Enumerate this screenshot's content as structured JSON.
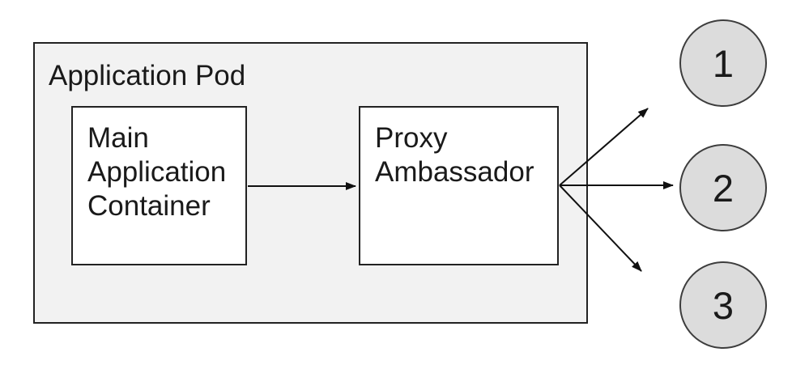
{
  "diagram": {
    "pod": {
      "label": "Application Pod",
      "main_container": {
        "label": "Main Application Container"
      },
      "proxy_ambassador": {
        "label": "Proxy Ambassador"
      }
    },
    "nodes": [
      {
        "label": "1"
      },
      {
        "label": "2"
      },
      {
        "label": "3"
      }
    ],
    "arrows": {
      "main_to_proxy": "main-application-container to proxy-ambassador",
      "proxy_to_nodes": "proxy-ambassador fans out to nodes 1, 2, 3"
    }
  },
  "colors": {
    "background": "#ffffff",
    "pod_fill": "#f2f2f2",
    "box_fill": "#ffffff",
    "node_fill": "#dcdcdc",
    "border_dark": "#222222",
    "node_border": "#3d3d3d",
    "arrow": "#111111",
    "text": "#1a1a1a"
  }
}
